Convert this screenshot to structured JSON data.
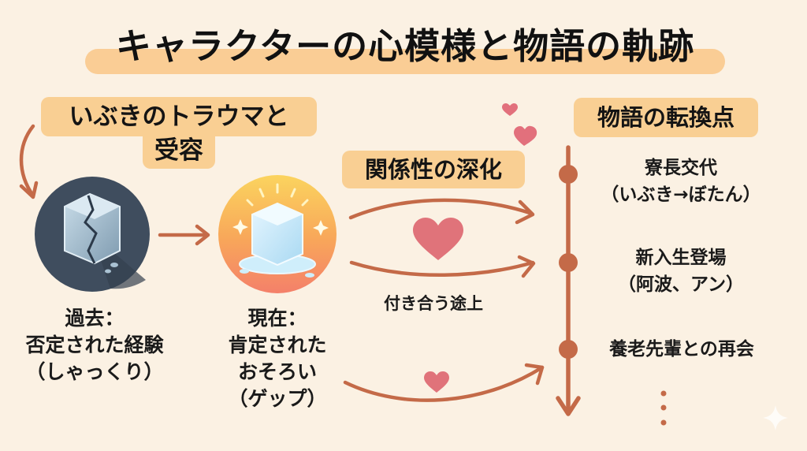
{
  "title": "キャラクターの心模様と物語の軌跡",
  "sections": {
    "trauma": {
      "heading_line1": "いぶきのトラウマと",
      "heading_line2": "受容",
      "past": {
        "icon": "broken-ice-cube-icon",
        "line1": "過去：",
        "line2": "否定された経験",
        "line3": "（しゃっくり）"
      },
      "present": {
        "icon": "melting-ice-cube-icon",
        "line1": "現在：",
        "line2": "肯定された",
        "line3": "おそろい",
        "line4": "（ゲップ）"
      }
    },
    "relationship": {
      "heading": "関係性の深化",
      "caption": "付き合う途上"
    },
    "turning_points": {
      "heading": "物語の転換点",
      "events": [
        {
          "line1": "寮長交代",
          "line2": "（いぶき→ぼたん）"
        },
        {
          "line1": "新入生登場",
          "line2": "（阿波、アン）"
        },
        {
          "line1": "養老先輩との再会",
          "line2": ""
        }
      ],
      "continuation": "⋮"
    }
  },
  "colors": {
    "background": "#fbf1e3",
    "highlight": "#f9cf93",
    "arrow": "#c46a48",
    "heart": "#e0737a",
    "dark_circle": "#3f4d5e",
    "warm_circle_top": "#fbd05c",
    "warm_circle_bottom": "#f58a62"
  }
}
